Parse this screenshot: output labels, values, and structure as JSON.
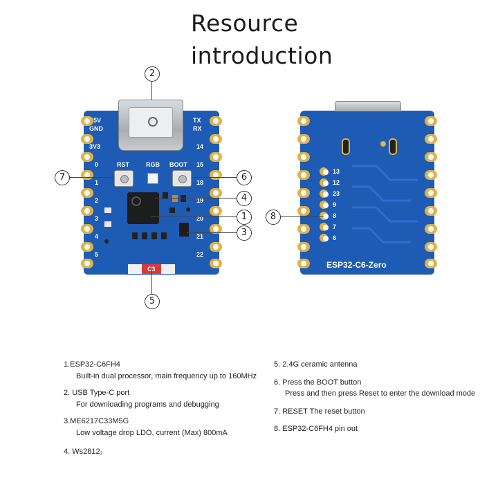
{
  "title": {
    "line1": "Resource",
    "line2": "introduction"
  },
  "front_silkscreen": {
    "left_pins": [
      "5V",
      "GND",
      "3V3",
      "0",
      "1",
      "2",
      "3",
      "4",
      "5"
    ],
    "right_pins": [
      "TX",
      "RX",
      "14",
      "15",
      "18",
      "19",
      "20",
      "21",
      "22"
    ],
    "buttons": {
      "rst": "RST",
      "rgb": "RGB",
      "boot": "BOOT"
    },
    "antenna": "C3"
  },
  "back_silkscreen": {
    "pins": [
      "13",
      "12",
      "23",
      "9",
      "8",
      "7",
      "6"
    ],
    "model": "ESP32-C6-Zero"
  },
  "callouts": [
    "1",
    "2",
    "3",
    "4",
    "5",
    "6",
    "7",
    "8"
  ],
  "descriptions": {
    "item1": {
      "head": "1.ESP32-C6FH4",
      "sub": "Built-in dual processor, main frequency up to 160MHz"
    },
    "item2": {
      "head": "2. USB Type-C port",
      "sub": "For downloading programs and debugging"
    },
    "item3": {
      "head": "3.ME6217C33M5G",
      "sub": "Low voltage drop LDO, current (Max) 800mA"
    },
    "item4": {
      "head": "4. Ws2812₂"
    },
    "item5": {
      "head": "5. 2.4G ceramic antenna"
    },
    "item6": {
      "head": "6. Press the BOOT button",
      "sub": "Press and then press Reset to enter the download mode"
    },
    "item7": {
      "head": "7. RESET The reset button"
    },
    "item8": {
      "head": "8. ESP32-C6FH4 pin out"
    }
  },
  "colors": {
    "pcb": "#1e5bb5",
    "gold": "#e0b24a",
    "antenna": "#d83a3a"
  }
}
